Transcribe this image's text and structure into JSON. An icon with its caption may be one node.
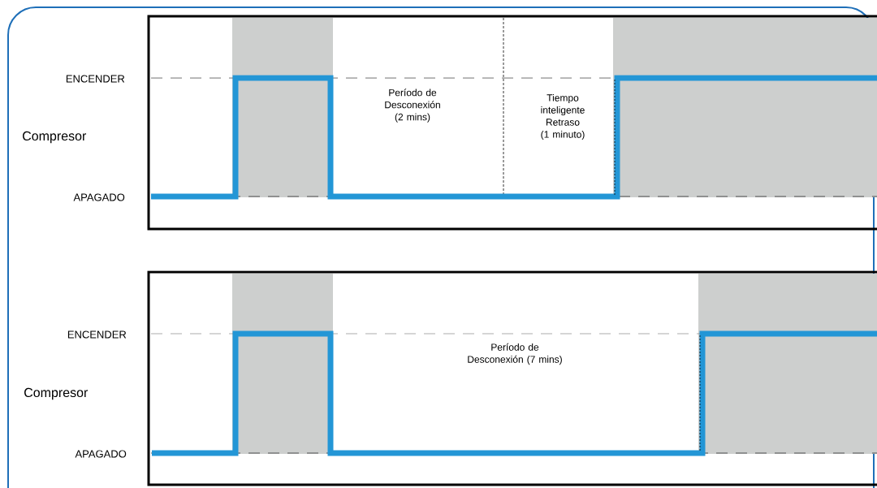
{
  "diagram": {
    "labels": [
      "ENCENDER",
      "Compresor",
      "APAGADO",
      "Período de Desconexión (2 mins)",
      "Tiempo inteligente Retraso (1 minuto)",
      "ENCENDER",
      "Compresor",
      "APAGADO",
      "Período de Desconexión (7 mins)"
    ]
  }
}
